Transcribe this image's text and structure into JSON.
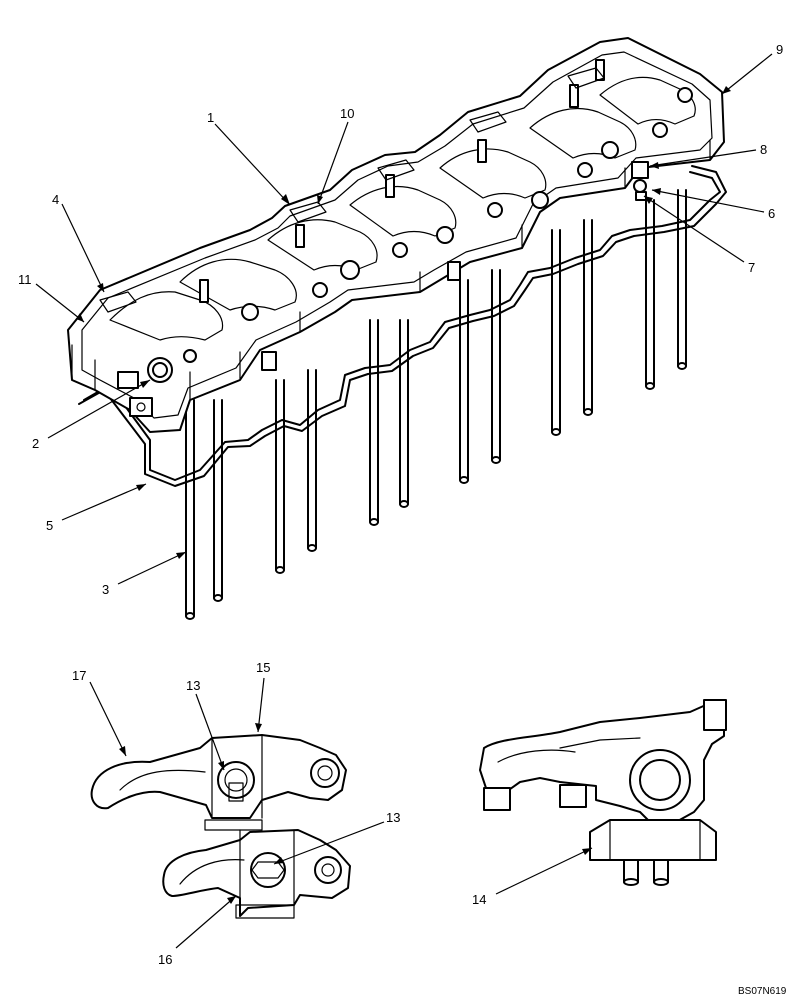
{
  "callouts": {
    "c1": "1",
    "c2": "2",
    "c3": "3",
    "c4": "4",
    "c5": "5",
    "c6": "6",
    "c7": "7",
    "c8": "8",
    "c9": "9",
    "c10": "10",
    "c11": "11",
    "c13a": "13",
    "c13b": "13",
    "c14": "14",
    "c15": "15",
    "c16": "16",
    "c17": "17"
  },
  "reference_code": "BS07N619"
}
